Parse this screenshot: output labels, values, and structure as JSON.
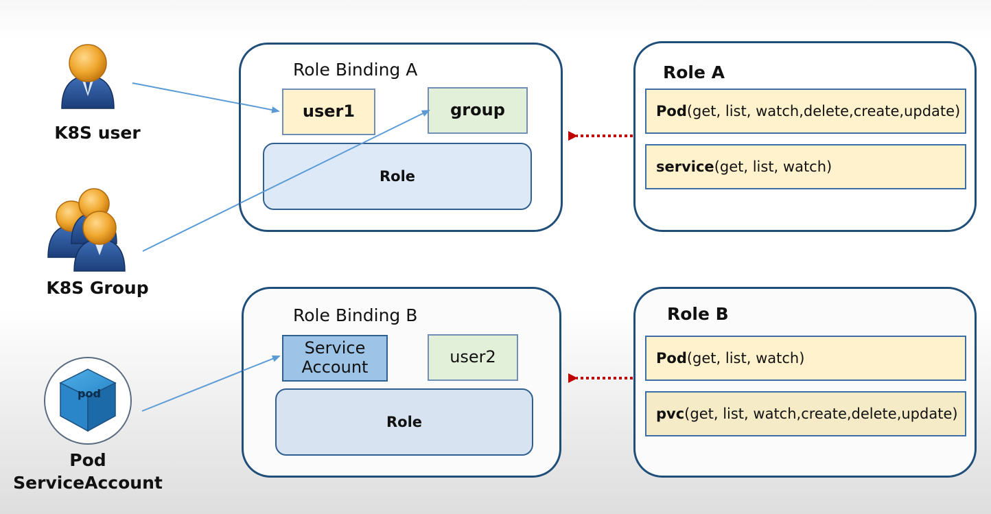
{
  "actors": {
    "user_label": "K8S user",
    "group_label": "K8S Group",
    "pod_icon_text": "pod",
    "pod_label_line1": "Pod",
    "pod_label_line2": "ServiceAccount"
  },
  "binding_a": {
    "title": "Role Binding A",
    "subject1": "user1",
    "subject2": "group",
    "role": "Role"
  },
  "binding_b": {
    "title": "Role Binding B",
    "subject1_line1": "Service",
    "subject1_line2": "Account",
    "subject2": "user2",
    "role": "Role"
  },
  "role_a": {
    "title": "Role A",
    "rules": [
      {
        "resource": "Pod",
        "verbs": "(get, list, watch,delete,create,update)"
      },
      {
        "resource": "service",
        "verbs": "(get, list, watch)"
      }
    ]
  },
  "role_b": {
    "title": "Role B",
    "rules": [
      {
        "resource": "Pod",
        "verbs": "(get, list, watch)"
      },
      {
        "resource": "pvc",
        "verbs": "(get, list, watch,create,delete,update)"
      }
    ]
  },
  "colors": {
    "panel_border": "#1f4e79",
    "arrow_blue": "#5b9bd5",
    "arrow_red": "#c00000",
    "chip_yellow": "#fff2cc",
    "chip_green": "#e2efd9",
    "chip_blue": "#9dc3e6",
    "role_fill_a": "#dde9f7",
    "role_fill_b": "#d7e3f1"
  }
}
